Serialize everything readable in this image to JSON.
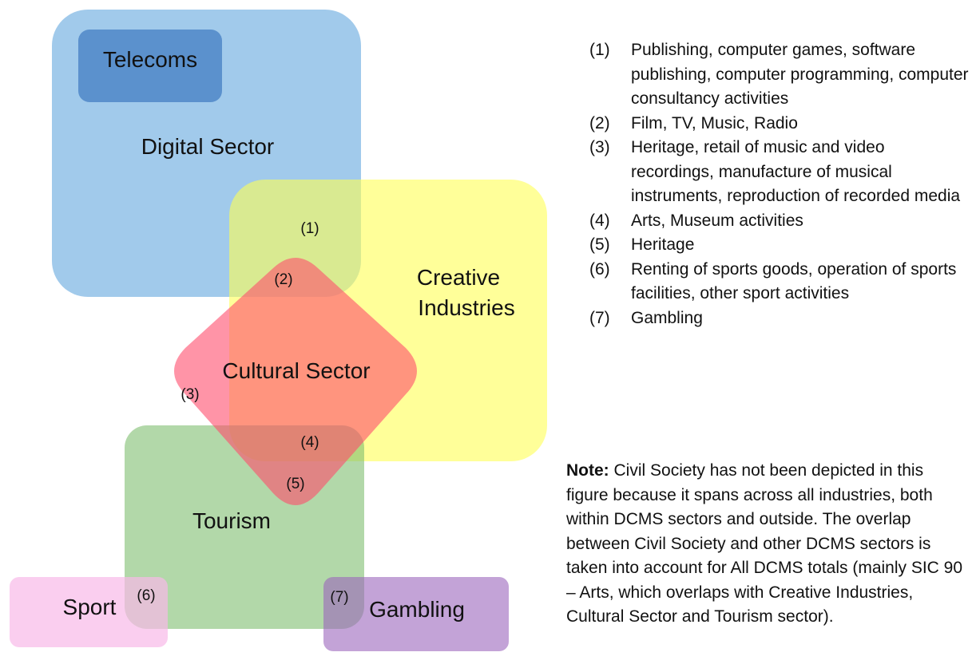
{
  "colors": {
    "digital": "#79b3e2",
    "telecoms": "#4f87c8",
    "creative": "#ffff55",
    "cultural": "#ff4d6d",
    "tourism": "#7fbe6f",
    "sport": "#f8b9e8",
    "gambling": "#9b65bd"
  },
  "regions": {
    "digital": "Digital Sector",
    "telecoms": "Telecoms",
    "creative_line1": "Creative",
    "creative_line2": "Industries",
    "cultural": "Cultural Sector",
    "tourism": "Tourism",
    "sport": "Sport",
    "gambling": "Gambling"
  },
  "markers": [
    "(1)",
    "(2)",
    "(3)",
    "(4)",
    "(5)",
    "(6)",
    "(7)"
  ],
  "legend": [
    {
      "num": "(1)",
      "text": "Publishing, computer games, software publishing, computer programming, computer consultancy activities"
    },
    {
      "num": "(2)",
      "text": "Film, TV, Music, Radio"
    },
    {
      "num": "(3)",
      "text": "Heritage, retail of music and video recordings, manufacture of musical instruments, reproduction of recorded media"
    },
    {
      "num": "(4)",
      "text": "Arts, Museum activities"
    },
    {
      "num": "(5)",
      "text": "Heritage"
    },
    {
      "num": "(6)",
      "text": "Renting of sports goods, operation of sports facilities, other sport activities"
    },
    {
      "num": "(7)",
      "text": "Gambling"
    }
  ],
  "note": {
    "label": "Note:",
    "text": "Civil Society has not been depicted in this figure because it spans across all industries, both within DCMS sectors and outside. The overlap between Civil Society and other DCMS sectors is taken into account for All DCMS totals (mainly SIC 90 – Arts, which overlaps with Creative Industries, Cultural Sector and Tourism sector)."
  }
}
